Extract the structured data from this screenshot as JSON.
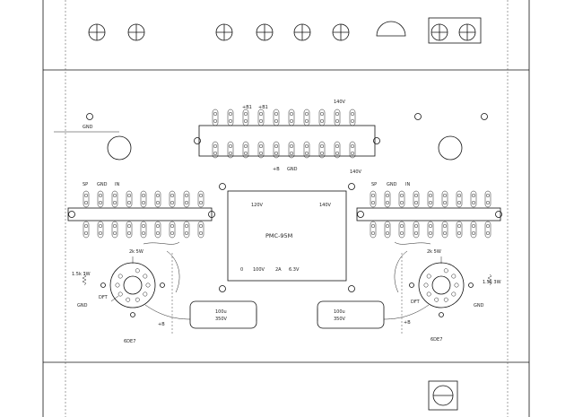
{
  "labels": {
    "pmc": "PMC-95M",
    "t_120v": "120V",
    "t_140v": "140V",
    "t_0": "0",
    "t_100v": "100V",
    "t_2a": "2A",
    "t_63v": "6.3V",
    "top_b1a": "+B1",
    "top_b1b": "+B1",
    "top_140v": "140V",
    "top_b": "+B",
    "top_gnd": "GND",
    "top_140v2": "140V",
    "left_sp": "SP",
    "left_gnd": "GND",
    "left_in": "IN",
    "right_sp": "SP",
    "right_gnd": "GND",
    "right_in": "IN",
    "left_gnd_side": "GND",
    "left_res_top": "2k 5W",
    "left_res_side": "1.5k 3W",
    "left_dft": "DFT",
    "left_gnd_bot": "GND",
    "left_b": "+B",
    "right_res_top": "2k 5W",
    "right_res_side": "1.5k 3W",
    "right_dft": "DFT",
    "right_gnd_bot": "GND",
    "right_b": "+B",
    "cap_left_val": "100u",
    "cap_left_v": "350V",
    "cap_right_val": "100u",
    "cap_right_v": "350V",
    "tube_left": "6DE7",
    "tube_right": "6DE7"
  }
}
